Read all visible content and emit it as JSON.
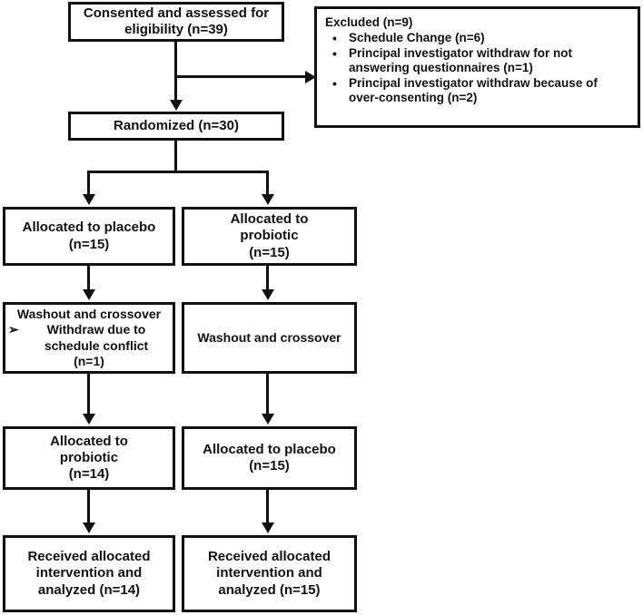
{
  "diagram": {
    "title": "CONSORT participant flow diagram",
    "colors": {
      "stroke": "#111111",
      "background": "#ffffff"
    },
    "nodes": {
      "consented": {
        "lines": [
          "Consented and assessed for",
          "eligibility (n=39)"
        ]
      },
      "excluded": {
        "title": "Excluded (n=9)",
        "bullet_glyph": "•",
        "items": [
          [
            "Schedule Change (n=6)"
          ],
          [
            "Principal investigator withdraw for not",
            "answering questionnaires (n=1)"
          ],
          [
            "Principal investigator withdraw because of",
            "over-consenting (n=2)"
          ]
        ]
      },
      "randomized": {
        "lines": [
          "Randomized (n=30)"
        ]
      },
      "allocated_placebo_1": {
        "lines": [
          "Allocated to placebo",
          "(n=15)"
        ]
      },
      "allocated_probiotic_1": {
        "lines": [
          "Allocated to",
          "probiotic",
          "(n=15)"
        ]
      },
      "washout_left": {
        "header": "Washout and crossover",
        "arrow_glyph": "➢",
        "sub_lines": [
          "Withdraw due to",
          "schedule conflict"
        ],
        "count_line": "(n=1)"
      },
      "washout_right": {
        "lines": [
          "Washout and crossover"
        ]
      },
      "allocated_probiotic_2": {
        "lines": [
          "Allocated to",
          "probiotic",
          "(n=14)"
        ]
      },
      "allocated_placebo_2": {
        "lines": [
          "Allocated to placebo",
          "(n=15)"
        ]
      },
      "received_left": {
        "lines": [
          "Received allocated",
          "intervention and",
          "analyzed (n=14)"
        ]
      },
      "received_right": {
        "lines": [
          "Received allocated",
          "intervention and",
          "analyzed (n=15)"
        ]
      }
    }
  }
}
